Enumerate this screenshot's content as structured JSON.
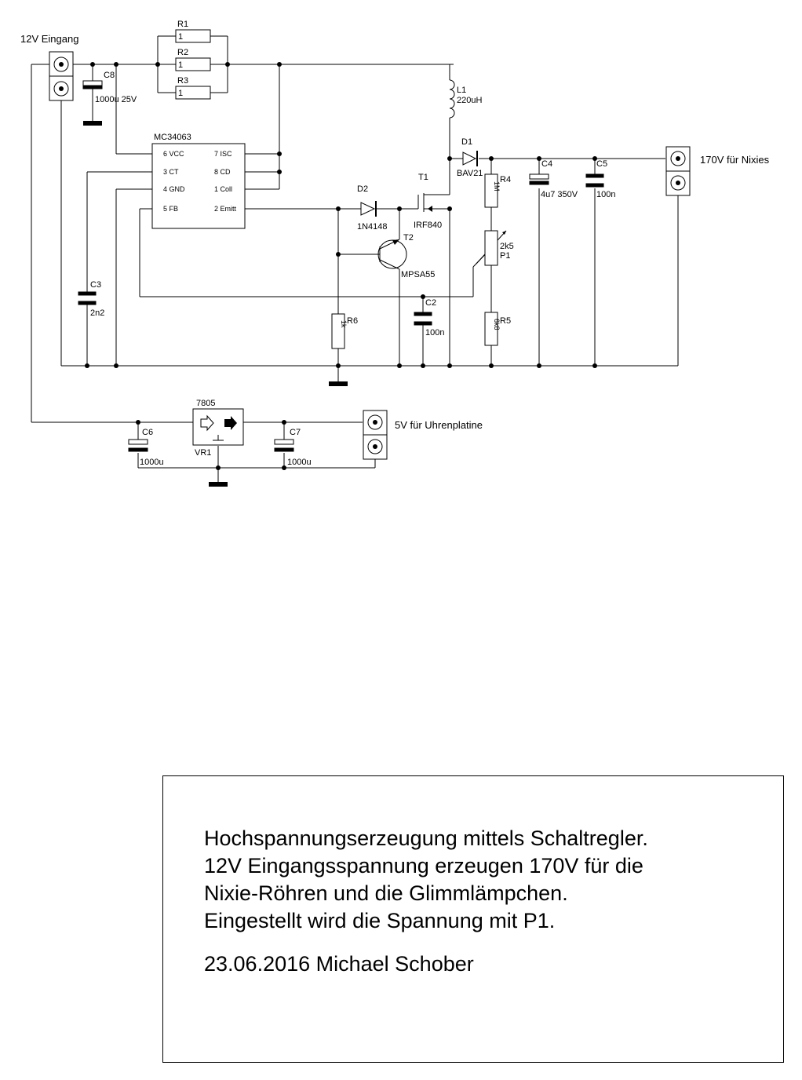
{
  "connectors": {
    "input_12v": "12V Eingang",
    "output_170v": "170V für Nixies",
    "output_5v": "5V für Uhrenplatine"
  },
  "ic": {
    "name": "MC34063",
    "pins": {
      "p6": "6 VCC",
      "p3": "3 CT",
      "p4": "4 GND",
      "p5": "5 FB",
      "p7": "7 ISC",
      "p8": "8 CD",
      "p1": "1 Coll",
      "p2": "2 Emitt"
    }
  },
  "components": {
    "R1": {
      "ref": "R1",
      "value": "1"
    },
    "R2": {
      "ref": "R2",
      "value": "1"
    },
    "R3": {
      "ref": "R3",
      "value": "1"
    },
    "C8": {
      "ref": "C8",
      "value": "1000u 25V"
    },
    "L1": {
      "ref": "L1",
      "value": "220uH"
    },
    "D1": {
      "ref": "D1",
      "value": "BAV21"
    },
    "D2": {
      "ref": "D2",
      "value": "1N4148"
    },
    "T1": {
      "ref": "T1",
      "value": "IRF840"
    },
    "T2": {
      "ref": "T2",
      "value": "MPSA55"
    },
    "R4": {
      "ref": "R4",
      "value": "1M"
    },
    "P1": {
      "ref": "P1",
      "value": "2k5"
    },
    "R5": {
      "ref": "R5",
      "value": "6k8"
    },
    "R6": {
      "ref": "R6",
      "value": "1k"
    },
    "C2": {
      "ref": "C2",
      "value": "100n"
    },
    "C3": {
      "ref": "C3",
      "value": "2n2"
    },
    "C4": {
      "ref": "C4",
      "value": "4u7 350V"
    },
    "C5": {
      "ref": "C5",
      "value": "100n"
    },
    "C6": {
      "ref": "C6",
      "value": "1000u"
    },
    "C7": {
      "ref": "C7",
      "value": "1000u"
    },
    "VR1": {
      "ref": "VR1",
      "value": "7805"
    }
  },
  "note": {
    "lines": [
      "Hochspannungserzeugung mittels Schaltregler.",
      "12V Eingangsspannung erzeugen 170V für die",
      "Nixie-Röhren und die Glimmlämpchen.",
      "Eingestellt wird die Spannung mit P1."
    ],
    "date_author": "23.06.2016 Michael Schober"
  }
}
